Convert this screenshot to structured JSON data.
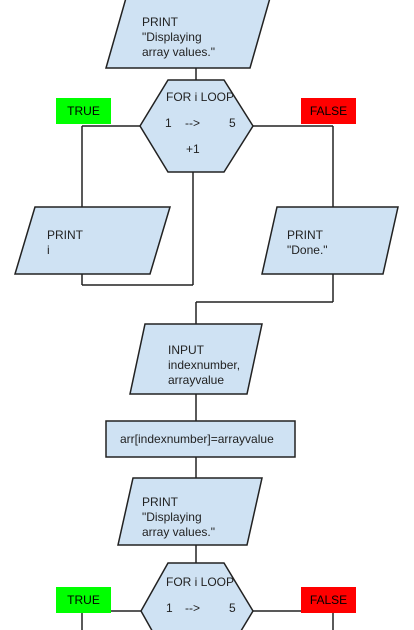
{
  "colors": {
    "shape_fill": "#cfe2f3",
    "stroke": "#222222",
    "true_badge": "#00ff00",
    "false_badge": "#ff0000"
  },
  "print1": {
    "lines": [
      "PRINT",
      "\"Displaying",
      "array values.\""
    ]
  },
  "loop1": {
    "title": "FOR i LOOP",
    "from": "1",
    "arrow": "-->",
    "to": "5",
    "step": "+1"
  },
  "badge_true": "TRUE",
  "badge_false": "FALSE",
  "print_i": {
    "lines": [
      "PRINT",
      "i"
    ]
  },
  "print_done": {
    "lines": [
      "PRINT",
      "\"Done.\""
    ]
  },
  "input": {
    "lines": [
      "INPUT",
      "indexnumber,",
      "arrayvalue"
    ]
  },
  "assign": {
    "text": "arr[indexnumber]=arrayvalue"
  },
  "print2": {
    "lines": [
      "PRINT",
      "\"Displaying",
      "array values.\""
    ]
  },
  "loop2": {
    "title": "FOR i LOOP",
    "from": "1",
    "arrow": "-->",
    "to": "5"
  }
}
